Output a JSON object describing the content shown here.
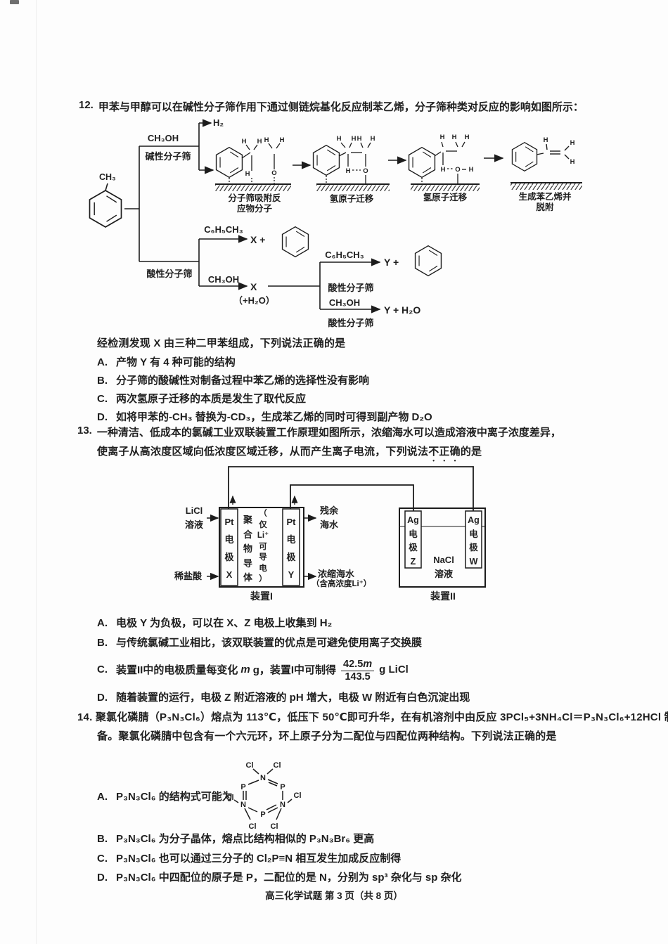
{
  "footer": {
    "text": "高三化学试题 第 3 页（共 8 页）"
  },
  "q12": {
    "number": "12.",
    "stem": "甲苯与甲醇可以在碱性分子筛作用下通过侧链烷基化反应制苯乙烯，分子筛种类对反应的影响如图所示：",
    "diagram": {
      "ch3": "CH₃",
      "h2": "H₂",
      "cond_basic_top": "CH₃OH",
      "cond_basic_bottom": "碱性分子筛",
      "step1": "分子筛吸附反\n应物分子",
      "step2": "氢原子迁移",
      "step3": "氢原子迁移",
      "step4": "生成苯乙烯并\n脱附",
      "cond_acid": "酸性分子筛",
      "cond_toluene": "C₆H₅CH₃",
      "x_plus": "X +",
      "cond_methanol": "CH₃OH",
      "x": "X",
      "plus_water": "（+H₂O）",
      "cond_toluene2": "C₆H₅CH₃",
      "cond_acid2": "酸性分子筛",
      "y_plus": "Y +",
      "cond_methanol2": "CH₃OH",
      "cond_acid3": "酸性分子筛",
      "y_water": "Y + H₂O",
      "atom_h": "H",
      "atom_o": "O"
    },
    "lead": "经检测发现 X 由三种二甲苯组成，下列说法正确的是",
    "options": [
      {
        "label": "A.",
        "text": "产物 Y 有 4 种可能的结构"
      },
      {
        "label": "B.",
        "text": "分子筛的酸碱性对制备过程中苯乙烯的选择性没有影响"
      },
      {
        "label": "C.",
        "text": "两次氢原子迁移的本质是发生了取代反应"
      },
      {
        "label": "D.",
        "text": "如将甲苯的-CH₃ 替换为-CD₃，生成苯乙烯的同时可得到副产物 D₂O"
      }
    ]
  },
  "q13": {
    "number": "13.",
    "stem_line1": "一种清洁、低成本的氯碱工业双联装置工作原理如图所示，浓缩海水可以造成溶液中离子浓度差异，",
    "stem_line2_pre": "使离子从高浓度区域向低浓度区域迁移，从而产生离子电流，下列说法",
    "stem_emphasis": "不正确",
    "stem_line2_post": "的是",
    "diagram": {
      "licl": "LiCl\n溶液",
      "dilute_hcl": "稀盐酸",
      "electrode_x": "Pt\n电\n极\nX",
      "polymer": "聚\n合\n物\n导\n体",
      "only_li": "（\n仅\nLi⁺\n可\n导\n电\n）",
      "electrode_y": "Pt\n电\n极\nY",
      "residual": "残余\n海水",
      "concentrated": "浓缩海水",
      "concentrated2": "（含高浓度Li⁺）",
      "device1": "装置I",
      "electrode_z": "Ag\n电\n极\nZ",
      "electrode_w": "Ag\n电\n极\nW",
      "nacl": "NaCl\n溶液",
      "device2": "装置II"
    },
    "option_a": {
      "label": "A.",
      "text": "电极 Y 为负极，可以在 X、Z 电极上收集到 H₂"
    },
    "option_b": {
      "label": "B.",
      "text": "与传统氯碱工业相比，该双联装置的优点是可避免使用离子交换膜"
    },
    "option_c": {
      "label": "C.",
      "pre": "装置II中的电极质量每变化",
      "var1": "m",
      "mid": "g，装置I中可制得",
      "num_pre": "42.5",
      "num_var": "m",
      "den": "143.5",
      "post": "g LiCl"
    },
    "option_d": {
      "label": "D.",
      "text": "随着装置的运行，电极 Z 附近溶液的 pH 增大，电极 W 附近有白色沉淀出现"
    }
  },
  "q14": {
    "number": "14.",
    "stem": "聚氯化磷腈（P₃N₃Cl₆）熔点为 113℃，低压下 50℃即可升华，在有机溶剂中由反应 3PCl₅+3NH₄Cl＝P₃N₃Cl₆+12HCl 制备。聚氯化磷腈中包含有一个六元环，环上原子分为二配位与四配位两种结构。下列说法正确的是",
    "option_a": {
      "label": "A.",
      "text": "P₃N₃Cl₆ 的结构式可能为"
    },
    "structure": {
      "n": "N",
      "p": "P",
      "cl": "Cl"
    },
    "options": [
      {
        "label": "B.",
        "text": "P₃N₃Cl₆ 为分子晶体，熔点比结构相似的 P₃N₃Br₆ 更高"
      },
      {
        "label": "C.",
        "text": "P₃N₃Cl₆ 也可以通过三分子的 Cl₂P≡N 相互发生加成反应制得"
      },
      {
        "label": "D.",
        "text": "P₃N₃Cl₆ 中四配位的原子是 P，二配位的是 N，分别为 sp³ 杂化与 sp 杂化"
      }
    ]
  }
}
